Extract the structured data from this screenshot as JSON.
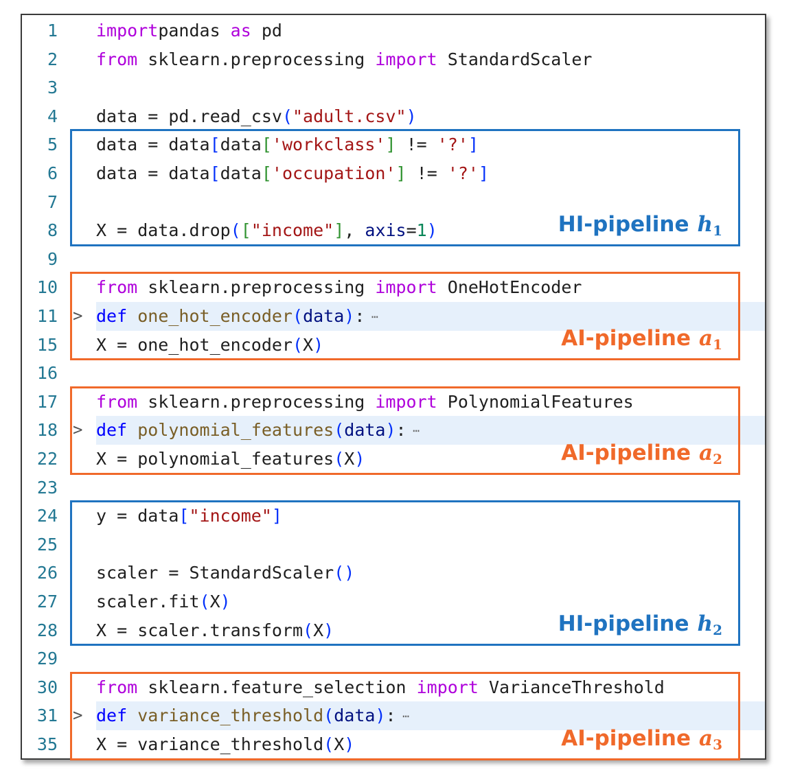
{
  "lines": [
    {
      "n": "1",
      "tokens": [
        [
          "kw",
          "import"
        ],
        [
          "",
          "pandas "
        ],
        [
          "kw",
          "as"
        ],
        [
          "",
          " pd"
        ]
      ]
    },
    {
      "n": "2",
      "tokens": [
        [
          "kw",
          "from"
        ],
        [
          "",
          " sklearn.preprocessing "
        ],
        [
          "kw",
          "import"
        ],
        [
          "",
          " StandardScaler"
        ]
      ]
    },
    {
      "n": "3",
      "tokens": []
    },
    {
      "n": "4",
      "tokens": [
        [
          "",
          "data = pd.read_csv"
        ],
        [
          "br1",
          "("
        ],
        [
          "str",
          "\"adult.csv\""
        ],
        [
          "br1",
          ")"
        ]
      ]
    },
    {
      "n": "5",
      "tokens": [
        [
          "",
          "data = data"
        ],
        [
          "br1",
          "["
        ],
        [
          "",
          "data"
        ],
        [
          "br2",
          "["
        ],
        [
          "str",
          "'workclass'"
        ],
        [
          "br2",
          "]"
        ],
        [
          "",
          " != "
        ],
        [
          "str",
          "'?'"
        ],
        [
          "br1",
          "]"
        ]
      ]
    },
    {
      "n": "6",
      "tokens": [
        [
          "",
          "data = data"
        ],
        [
          "br1",
          "["
        ],
        [
          "",
          "data"
        ],
        [
          "br2",
          "["
        ],
        [
          "str",
          "'occupation'"
        ],
        [
          "br2",
          "]"
        ],
        [
          "",
          " != "
        ],
        [
          "str",
          "'?'"
        ],
        [
          "br1",
          "]"
        ]
      ]
    },
    {
      "n": "7",
      "tokens": []
    },
    {
      "n": "8",
      "tokens": [
        [
          "",
          "X = data.drop"
        ],
        [
          "br1",
          "("
        ],
        [
          "br2",
          "["
        ],
        [
          "str",
          "\"income\""
        ],
        [
          "br2",
          "]"
        ],
        [
          "",
          ", "
        ],
        [
          "var",
          "axis"
        ],
        [
          "",
          "="
        ],
        [
          "num",
          "1"
        ],
        [
          "br1",
          ")"
        ]
      ]
    },
    {
      "n": "9",
      "tokens": []
    },
    {
      "n": "10",
      "tokens": [
        [
          "kw",
          "from"
        ],
        [
          "",
          " sklearn.preprocessing "
        ],
        [
          "kw",
          "import"
        ],
        [
          "",
          " OneHotEncoder"
        ]
      ]
    },
    {
      "n": "11",
      "fold": true,
      "tokens": [
        [
          "def",
          "def"
        ],
        [
          "",
          " "
        ],
        [
          "fn",
          "one_hot_encoder"
        ],
        [
          "br1",
          "("
        ],
        [
          "var",
          "data"
        ],
        [
          "br1",
          ")"
        ],
        [
          "",
          ":"
        ],
        [
          "ell",
          " ⋯"
        ]
      ]
    },
    {
      "n": "15",
      "tokens": [
        [
          "",
          "X = one_hot_encoder"
        ],
        [
          "br1",
          "("
        ],
        [
          "",
          "X"
        ],
        [
          "br1",
          ")"
        ]
      ]
    },
    {
      "n": "16",
      "tokens": []
    },
    {
      "n": "17",
      "tokens": [
        [
          "kw",
          "from"
        ],
        [
          "",
          " sklearn.preprocessing "
        ],
        [
          "kw",
          "import"
        ],
        [
          "",
          " PolynomialFeatures"
        ]
      ]
    },
    {
      "n": "18",
      "fold": true,
      "tokens": [
        [
          "def",
          "def"
        ],
        [
          "",
          " "
        ],
        [
          "fn",
          "polynomial_features"
        ],
        [
          "br1",
          "("
        ],
        [
          "var",
          "data"
        ],
        [
          "br1",
          ")"
        ],
        [
          "",
          ":"
        ],
        [
          "ell",
          " ⋯"
        ]
      ]
    },
    {
      "n": "22",
      "tokens": [
        [
          "",
          "X = polynomial_features"
        ],
        [
          "br1",
          "("
        ],
        [
          "",
          "X"
        ],
        [
          "br1",
          ")"
        ]
      ]
    },
    {
      "n": "23",
      "tokens": []
    },
    {
      "n": "24",
      "tokens": [
        [
          "",
          "y = data"
        ],
        [
          "br1",
          "["
        ],
        [
          "str",
          "\"income\""
        ],
        [
          "br1",
          "]"
        ]
      ]
    },
    {
      "n": "25",
      "tokens": []
    },
    {
      "n": "26",
      "tokens": [
        [
          "",
          "scaler = StandardScaler"
        ],
        [
          "br1",
          "()"
        ]
      ]
    },
    {
      "n": "27",
      "tokens": [
        [
          "",
          "scaler.fit"
        ],
        [
          "br1",
          "("
        ],
        [
          "",
          "X"
        ],
        [
          "br1",
          ")"
        ]
      ]
    },
    {
      "n": "28",
      "tokens": [
        [
          "",
          "X = scaler.transform"
        ],
        [
          "br1",
          "("
        ],
        [
          "",
          "X"
        ],
        [
          "br1",
          ")"
        ]
      ]
    },
    {
      "n": "29",
      "tokens": []
    },
    {
      "n": "30",
      "tokens": [
        [
          "kw",
          "from"
        ],
        [
          "",
          " sklearn.feature_selection "
        ],
        [
          "kw",
          "import"
        ],
        [
          "",
          " VarianceThreshold"
        ]
      ]
    },
    {
      "n": "31",
      "fold": true,
      "tokens": [
        [
          "def",
          "def"
        ],
        [
          "",
          " "
        ],
        [
          "fn",
          "variance_threshold"
        ],
        [
          "br1",
          "("
        ],
        [
          "var",
          "data"
        ],
        [
          "br1",
          ")"
        ],
        [
          "",
          ":"
        ],
        [
          "ell",
          " ⋯"
        ]
      ]
    },
    {
      "n": "35",
      "tokens": [
        [
          "",
          "X = variance_threshold"
        ],
        [
          "br1",
          "("
        ],
        [
          "",
          "X"
        ],
        [
          "br1",
          ")"
        ]
      ]
    }
  ],
  "pipelines": [
    {
      "kind": "hi",
      "name": "HI-pipeline",
      "symbol": "h",
      "sub": "1",
      "from_row": 4,
      "to_row": 7
    },
    {
      "kind": "ai",
      "name": "AI-pipeline",
      "symbol": "a",
      "sub": "1",
      "from_row": 9,
      "to_row": 11
    },
    {
      "kind": "ai",
      "name": "AI-pipeline",
      "symbol": "a",
      "sub": "2",
      "from_row": 13,
      "to_row": 15
    },
    {
      "kind": "hi",
      "name": "HI-pipeline",
      "symbol": "h",
      "sub": "2",
      "from_row": 17,
      "to_row": 21
    },
    {
      "kind": "ai",
      "name": "AI-pipeline",
      "symbol": "a",
      "sub": "3",
      "from_row": 23,
      "to_row": 25
    }
  ],
  "colors": {
    "hi": "#1f73c0",
    "ai": "#f0692a"
  }
}
